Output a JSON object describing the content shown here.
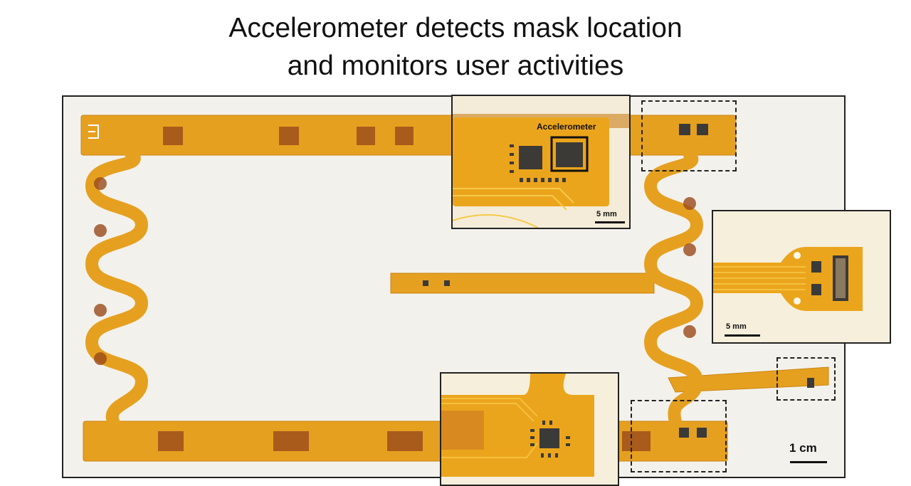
{
  "title": {
    "line1": "Accelerometer detects mask location",
    "line2": "and monitors user activities"
  },
  "insets": {
    "top": {
      "callout": "Accelerometer",
      "scale": "5 mm"
    },
    "right": {
      "scale": "5 mm"
    },
    "bottom": {}
  },
  "photo": {
    "scale": "1 cm"
  },
  "colors": {
    "flex": "#e8a21c",
    "flex_dark": "#b86a10",
    "pad": "#9a4a1c",
    "chip": "#3a3a38"
  }
}
